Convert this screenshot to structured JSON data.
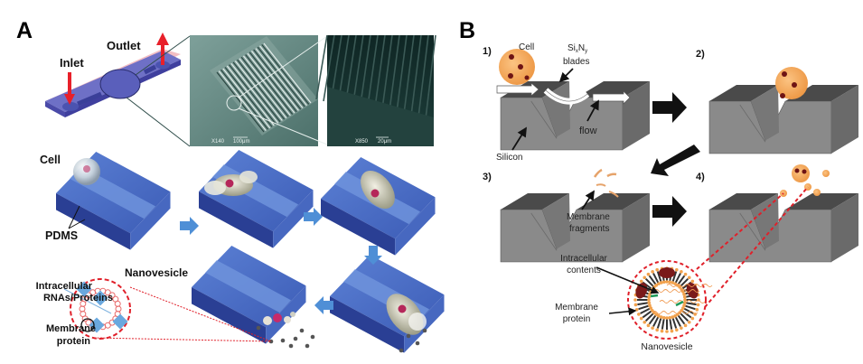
{
  "figure": {
    "panels": [
      {
        "id": "A",
        "label": "A",
        "device": {
          "inlet_label": "Inlet",
          "outlet_label": "Outlet"
        },
        "sem_images": [
          {
            "magnification": "X140",
            "scale_bar": "100μm"
          },
          {
            "magnification": "X850",
            "scale_bar": "20μm"
          }
        ],
        "labels": {
          "cell": "Cell",
          "pdms": "PDMS",
          "nanovesicle": "Nanovesicle",
          "intracellular_line1": "Intracellular",
          "intracellular_line2": "RNAs/Proteins",
          "membrane_line1": "Membrane",
          "membrane_line2": "protein"
        },
        "steps_count": 5
      },
      {
        "id": "B",
        "label": "B",
        "steps": [
          {
            "label": "1)"
          },
          {
            "label": "2)"
          },
          {
            "label": "3)"
          },
          {
            "label": "4)"
          }
        ],
        "labels": {
          "cell": "Cell",
          "blades_line1": "SixNy",
          "blades_sub_x": "x",
          "blades_sub_y": "y",
          "blades_si": "Si",
          "blades_n": "N",
          "blades_line2": "blades",
          "flow": "flow",
          "silicon": "Silicon",
          "membrane_fragments_line1": "Membrane",
          "membrane_fragments_line2": "fragments",
          "intracellular_line1": "Intracellular",
          "intracellular_line2": "contents",
          "membrane_protein_line1": "Membrane",
          "membrane_protein_line2": "protein",
          "nanovesicle": "Nanovesicle"
        }
      }
    ],
    "colors": {
      "pdms_blue": "#3d5fb8",
      "device_purple": "#6a6cc0",
      "arrow_red": "#e8202a",
      "sem_teal": "#5e8680",
      "sem_dark": "#163330",
      "silicon_gray": "#7f7f7f",
      "blade_dark": "#4a4a4a",
      "cell_orange": "#f4a65a",
      "protein_maroon": "#7a1a1a",
      "dash_red": "#e0202a",
      "step_arrow_blue": "#4f8fd6"
    }
  }
}
